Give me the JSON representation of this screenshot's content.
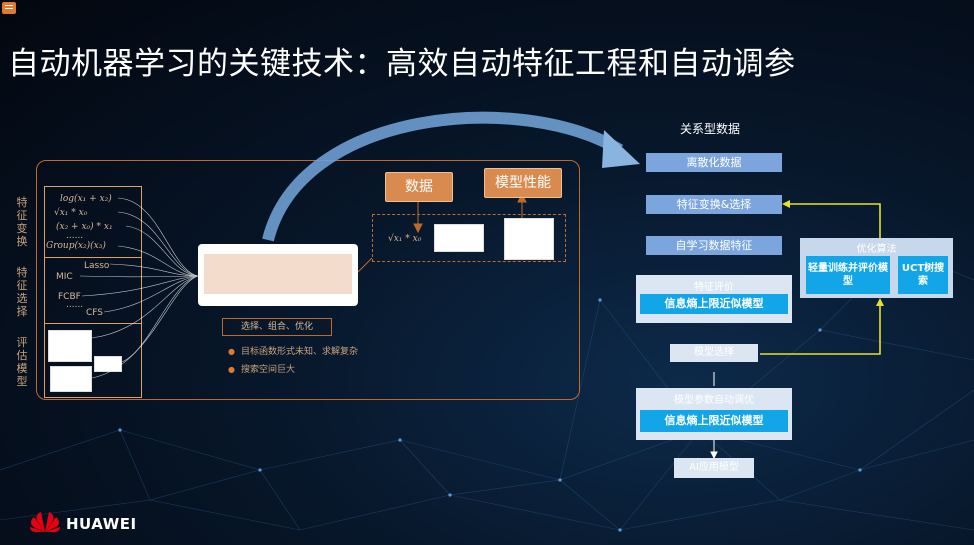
{
  "title": "自动机器学习的关键技术：高效自动特征工程和自动调参",
  "brand": {
    "name": "HUAWEI",
    "color": "#e60012"
  },
  "left_panel": {
    "side_labels": [
      "特征变换",
      "特征选择",
      "评估模型"
    ],
    "formulas": [
      "log(x₁ + x₂)",
      "√x₁ * x₀",
      "(x₂ + x₀) * x₁",
      "......",
      "Group(x₂)(x₃)"
    ],
    "selectors": [
      "Lasso",
      "MIC",
      "FCBF",
      "......",
      "CFS"
    ],
    "pipeline_caption": "选择、组合、优化",
    "bullets": [
      "目标函数形式未知、求解复杂",
      "搜索空间巨大"
    ],
    "data_button": "数据",
    "perf_button": "模型性能",
    "dash_formula": "√x₁ * x₀"
  },
  "right_flow": {
    "header": "关系型数据",
    "steps": [
      "离散化数据",
      "特征变换&选择",
      "自学习数据特征"
    ],
    "eval_group": {
      "title": "特征评价",
      "inner": "信息熵上限近似模型"
    },
    "model_select": "模型选择",
    "tune_group": {
      "title": "模型参数自动调优",
      "inner": "信息熵上限近似模型"
    },
    "ai_model": "AI应用模型",
    "opt_group": {
      "title": "优化算法",
      "left": "轻量训练并评价模型",
      "right": "UCT树搜索"
    }
  },
  "colors": {
    "accent_orange": "#d98a4f",
    "flow_blue": "#7ba5dc",
    "cyan": "#12a6e8",
    "yellow_arrow": "#e8e030"
  }
}
